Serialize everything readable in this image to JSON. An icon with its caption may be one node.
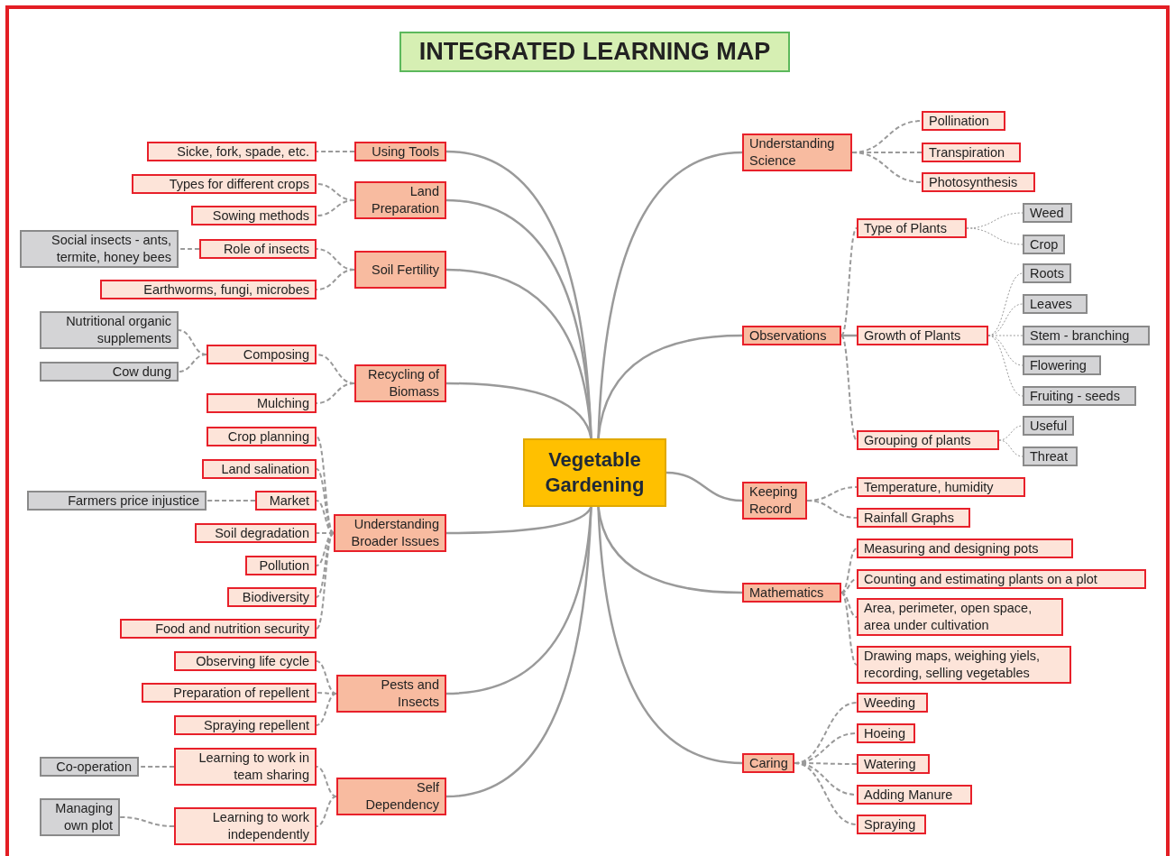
{
  "diagram": {
    "title": "INTEGRATED LEARNING MAP",
    "nodes": [
      {
        "text": [
          "Vegetable Gardening"
        ]
      },
      {
        "text": [
          "Using Tools"
        ]
      },
      {
        "text": [
          "Land Preparation"
        ]
      },
      {
        "text": [
          "Soil Fertility"
        ]
      },
      {
        "text": [
          "Recycling of Biomass"
        ]
      },
      {
        "text": [
          "Understanding Broader Issues"
        ]
      },
      {
        "text": [
          "Pests and Insects"
        ]
      },
      {
        "text": [
          "Self Dependency"
        ]
      },
      {
        "text": [
          "Understanding Science"
        ]
      },
      {
        "text": [
          "Observations"
        ]
      },
      {
        "text": [
          "Keeping Record"
        ]
      },
      {
        "text": [
          "Mathematics"
        ]
      },
      {
        "text": [
          "Caring"
        ]
      },
      {
        "text": [
          "Sicke, fork, spade, etc."
        ]
      },
      {
        "text": [
          "Types for different crops"
        ]
      },
      {
        "text": [
          "Sowing methods"
        ]
      },
      {
        "text": [
          "Role of insects"
        ]
      },
      {
        "text": [
          "Social insects - ants, termite, honey bees"
        ]
      },
      {
        "text": [
          "Earthworms, fungi, microbes"
        ]
      },
      {
        "text": [
          "Nutritional organic supplements"
        ]
      },
      {
        "text": [
          "Composing"
        ]
      },
      {
        "text": [
          "Cow dung"
        ]
      },
      {
        "text": [
          "Mulching"
        ]
      },
      {
        "text": [
          "Crop planning"
        ]
      },
      {
        "text": [
          "Land salination"
        ]
      },
      {
        "text": [
          "Farmers price injustice"
        ]
      },
      {
        "text": [
          "Market"
        ]
      },
      {
        "text": [
          "Soil degradation"
        ]
      },
      {
        "text": [
          "Pollution"
        ]
      },
      {
        "text": [
          "Biodiversity"
        ]
      },
      {
        "text": [
          "Food and nutrition security"
        ]
      },
      {
        "text": [
          "Observing life cycle"
        ]
      },
      {
        "text": [
          "Preparation of repellent"
        ]
      },
      {
        "text": [
          "Spraying repellent"
        ]
      },
      {
        "text": [
          "Learning to work in team sharing"
        ]
      },
      {
        "text": [
          "Co-operation"
        ]
      },
      {
        "text": [
          "Learning to work independently"
        ]
      },
      {
        "text": [
          "Managing own plot"
        ]
      },
      {
        "text": [
          "Pollination"
        ]
      },
      {
        "text": [
          "Transpiration"
        ]
      },
      {
        "text": [
          "Photosynthesis"
        ]
      },
      {
        "text": [
          "Type of Plants"
        ]
      },
      {
        "text": [
          "Weed"
        ]
      },
      {
        "text": [
          "Crop"
        ]
      },
      {
        "text": [
          "Growth of Plants"
        ]
      },
      {
        "text": [
          "Roots"
        ]
      },
      {
        "text": [
          "Leaves"
        ]
      },
      {
        "text": [
          "Stem - branching"
        ]
      },
      {
        "text": [
          "Flowering"
        ]
      },
      {
        "text": [
          "Fruiting - seeds"
        ]
      },
      {
        "text": [
          "Grouping of plants"
        ]
      },
      {
        "text": [
          "Useful"
        ]
      },
      {
        "text": [
          "Threat"
        ]
      },
      {
        "text": [
          "Temperature, humidity"
        ]
      },
      {
        "text": [
          "Rainfall Graphs"
        ]
      },
      {
        "text": [
          "Measuring and designing pots"
        ]
      },
      {
        "text": [
          "Counting and estimating plants on a plot"
        ]
      },
      {
        "text": [
          "Area, perimeter, open space, area under cultivation"
        ]
      },
      {
        "text": [
          "Drawing maps, weighing yiels, recording, selling vegetables"
        ]
      },
      {
        "text": [
          "Weeding"
        ]
      },
      {
        "text": [
          "Hoeing"
        ]
      },
      {
        "text": [
          "Watering"
        ]
      },
      {
        "text": [
          "Adding Manure"
        ]
      },
      {
        "text": [
          "Spraying"
        ]
      }
    ],
    "edges": [
      {
        "from": 0,
        "to": 1,
        "arrow": "none"
      },
      {
        "from": 0,
        "to": 2,
        "arrow": "none"
      },
      {
        "from": 0,
        "to": 3,
        "arrow": "none"
      },
      {
        "from": 0,
        "to": 4,
        "arrow": "none"
      },
      {
        "from": 0,
        "to": 5,
        "arrow": "none"
      },
      {
        "from": 0,
        "to": 6,
        "arrow": "none"
      },
      {
        "from": 0,
        "to": 7,
        "arrow": "none"
      },
      {
        "from": 0,
        "to": 8,
        "arrow": "none"
      },
      {
        "from": 0,
        "to": 9,
        "arrow": "none"
      },
      {
        "from": 0,
        "to": 10,
        "arrow": "none"
      },
      {
        "from": 0,
        "to": 11,
        "arrow": "none"
      },
      {
        "from": 0,
        "to": 12,
        "arrow": "none"
      },
      {
        "from": 1,
        "to": 13,
        "arrow": "none",
        "style": "dashed"
      },
      {
        "from": 2,
        "to": 14,
        "arrow": "none",
        "style": "dashed"
      },
      {
        "from": 2,
        "to": 15,
        "arrow": "none",
        "style": "dashed"
      },
      {
        "from": 3,
        "to": 16,
        "arrow": "none",
        "style": "dashed"
      },
      {
        "from": 16,
        "to": 17,
        "arrow": "none",
        "style": "dashed"
      },
      {
        "from": 3,
        "to": 18,
        "arrow": "none",
        "style": "dashed"
      },
      {
        "from": 4,
        "to": 20,
        "arrow": "none",
        "style": "dashed"
      },
      {
        "from": 20,
        "to": 19,
        "arrow": "none",
        "style": "dashed"
      },
      {
        "from": 20,
        "to": 21,
        "arrow": "none",
        "style": "dashed"
      },
      {
        "from": 4,
        "to": 22,
        "arrow": "none",
        "style": "dashed"
      },
      {
        "from": 5,
        "to": 23,
        "arrow": "none",
        "style": "dashed"
      },
      {
        "from": 5,
        "to": 24,
        "arrow": "none",
        "style": "dashed"
      },
      {
        "from": 5,
        "to": 26,
        "arrow": "none",
        "style": "dashed"
      },
      {
        "from": 26,
        "to": 25,
        "arrow": "none",
        "style": "dashed"
      },
      {
        "from": 5,
        "to": 27,
        "arrow": "none",
        "style": "dashed"
      },
      {
        "from": 5,
        "to": 28,
        "arrow": "none",
        "style": "dashed"
      },
      {
        "from": 5,
        "to": 29,
        "arrow": "none",
        "style": "dashed"
      },
      {
        "from": 5,
        "to": 30,
        "arrow": "none",
        "style": "dashed"
      },
      {
        "from": 6,
        "to": 31,
        "arrow": "none",
        "style": "dashed"
      },
      {
        "from": 6,
        "to": 32,
        "arrow": "none",
        "style": "dashed"
      },
      {
        "from": 6,
        "to": 33,
        "arrow": "none",
        "style": "dashed"
      },
      {
        "from": 7,
        "to": 34,
        "arrow": "none",
        "style": "dashed"
      },
      {
        "from": 34,
        "to": 35,
        "arrow": "none",
        "style": "dashed"
      },
      {
        "from": 7,
        "to": 36,
        "arrow": "none",
        "style": "dashed"
      },
      {
        "from": 36,
        "to": 37,
        "arrow": "none",
        "style": "dashed"
      },
      {
        "from": 8,
        "to": 38,
        "arrow": "none",
        "style": "dashed"
      },
      {
        "from": 8,
        "to": 39,
        "arrow": "none",
        "style": "dashed"
      },
      {
        "from": 8,
        "to": 40,
        "arrow": "none",
        "style": "dashed"
      },
      {
        "from": 9,
        "to": 41,
        "arrow": "none",
        "style": "dashed"
      },
      {
        "from": 41,
        "to": 42,
        "arrow": "none",
        "style": "dashed"
      },
      {
        "from": 41,
        "to": 43,
        "arrow": "none",
        "style": "dashed"
      },
      {
        "from": 9,
        "to": 44,
        "arrow": "none"
      },
      {
        "from": 44,
        "to": 45,
        "arrow": "none",
        "style": "dashed"
      },
      {
        "from": 44,
        "to": 46,
        "arrow": "none",
        "style": "dashed"
      },
      {
        "from": 44,
        "to": 47,
        "arrow": "none",
        "style": "dashed"
      },
      {
        "from": 44,
        "to": 48,
        "arrow": "none",
        "style": "dashed"
      },
      {
        "from": 44,
        "to": 49,
        "arrow": "none",
        "style": "dashed"
      },
      {
        "from": 9,
        "to": 50,
        "arrow": "none",
        "style": "dashed"
      },
      {
        "from": 50,
        "to": 51,
        "arrow": "none",
        "style": "dashed"
      },
      {
        "from": 50,
        "to": 52,
        "arrow": "none",
        "style": "dashed"
      },
      {
        "from": 10,
        "to": 53,
        "arrow": "none",
        "style": "dashed"
      },
      {
        "from": 10,
        "to": 54,
        "arrow": "none",
        "style": "dashed"
      },
      {
        "from": 11,
        "to": 55,
        "arrow": "none",
        "style": "dashed"
      },
      {
        "from": 11,
        "to": 56,
        "arrow": "none",
        "style": "dashed"
      },
      {
        "from": 11,
        "to": 57,
        "arrow": "none",
        "style": "dashed"
      },
      {
        "from": 11,
        "to": 58,
        "arrow": "none",
        "style": "dashed"
      },
      {
        "from": 12,
        "to": 59,
        "arrow": "none",
        "style": "dashed"
      },
      {
        "from": 12,
        "to": 60,
        "arrow": "none",
        "style": "dashed"
      },
      {
        "from": 12,
        "to": 61,
        "arrow": "none",
        "style": "dashed"
      },
      {
        "from": 12,
        "to": 62,
        "arrow": "none",
        "style": "dashed"
      },
      {
        "from": 12,
        "to": 63,
        "arrow": "none",
        "style": "dashed"
      }
    ]
  }
}
